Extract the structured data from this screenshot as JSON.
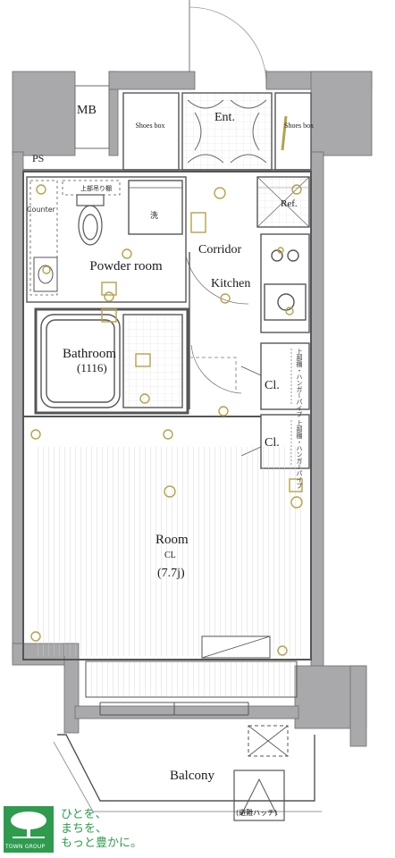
{
  "rooms": {
    "mb": "MB",
    "ps": "PS",
    "shoes_box_left": "Shoes box",
    "shoes_box_right": "Shoes box",
    "entrance": "Ent.",
    "washing_machine": "洗",
    "upper_shelf": "上部吊り棚",
    "counter": "Counter",
    "powder_room": "Powder room",
    "corridor": "Corridor",
    "kitchen": "Kitchen",
    "ref": "Ref.",
    "bathroom": "Bathroom",
    "bathroom_size": "(1116)",
    "closet_upper": "Cl.",
    "closet_lower": "Cl.",
    "closet_upper_note": "上部棚・ハンガーパイプ",
    "closet_lower_note": "上部棚・ハンガーパイプ",
    "room": "Room",
    "room_cl": "CL",
    "room_size": "(7.7j)",
    "balcony": "Balcony",
    "hatch": "(避難ハッチ)"
  },
  "logo": {
    "caption": "TOWN GROUP",
    "slogan_line1": "ひとを、",
    "slogan_line2": "まちを、",
    "slogan_line3": "もっと豊かに。"
  },
  "colors": {
    "wall": "#a9a9ab",
    "wall_outline": "#6d6d6f",
    "line": "#555555",
    "fixture": "#b5a24a",
    "brand_green": "#2e9b4f"
  }
}
